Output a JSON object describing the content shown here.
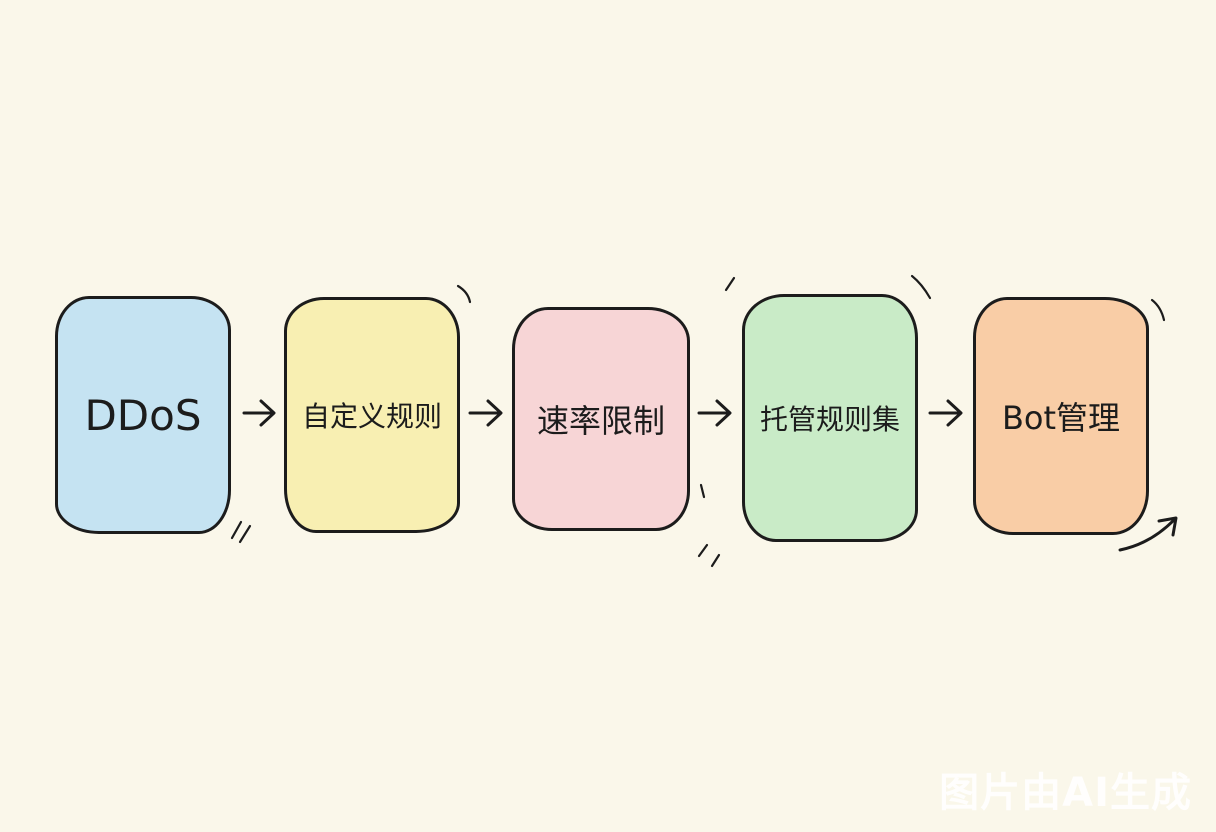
{
  "stages": [
    {
      "label": "DDoS",
      "color": "#c5e3f2"
    },
    {
      "label": "自定义规则",
      "color": "#f8efb2"
    },
    {
      "label": "速率限制",
      "color": "#f7d5d6"
    },
    {
      "label": "托管规则集",
      "color": "#c9ebc7"
    },
    {
      "label": "Bot管理",
      "color": "#f9cda6"
    }
  ],
  "watermark": "图片由AI生成",
  "colors": {
    "background": "#faf7ea",
    "ink": "#1c1c1c"
  }
}
